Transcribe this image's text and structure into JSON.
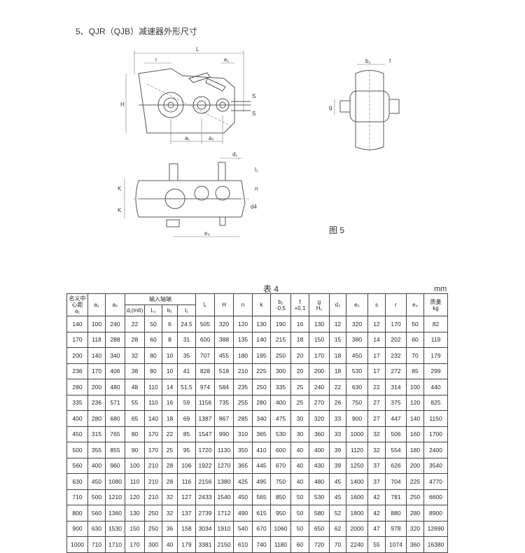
{
  "heading": "5、QJR（QJB）减速器外形尺寸",
  "figure_label": "图 5",
  "table_title": "表 4",
  "unit": "mm",
  "drawing_labels": {
    "L": "L",
    "r": "r",
    "e1": "e₁",
    "H": "H",
    "S": "S",
    "a1": "a₁",
    "a2": "a₂",
    "b2": "b₂",
    "f": "f",
    "g": "g",
    "d1": "d₁",
    "l2": "l₂",
    "K1": "K",
    "K2": "K",
    "n": "n",
    "d4": "d4",
    "e0": "e₀"
  },
  "table": {
    "header_group": "输入轴端",
    "headers": {
      "a1": [
        "名义中",
        "心距",
        "a₁"
      ],
      "a2": "a₂",
      "a0": "a₀",
      "d1": "d₁(m6)",
      "L1": "L₁",
      "b1": "b₁",
      "t1": "t₁",
      "L": "L",
      "H": "H",
      "n": "n",
      "k": "k",
      "b2": [
        "b₂",
        "-0.5"
      ],
      "f": [
        "f",
        "+0.1"
      ],
      "g": [
        "g",
        "H₁"
      ],
      "d4": "d₄",
      "e0": "e₀",
      "s": "s",
      "r": "r",
      "e4": "e₄",
      "weight": [
        "质量",
        "kg"
      ]
    },
    "rows": [
      [
        "140",
        "100",
        "240",
        "22",
        "50",
        "6",
        "24.5",
        "505",
        "320",
        "120",
        "130",
        "190",
        "16",
        "130",
        "12",
        "320",
        "12",
        "170",
        "50",
        "82"
      ],
      [
        "170",
        "118",
        "288",
        "28",
        "60",
        "8",
        "31",
        "600",
        "388",
        "135",
        "140",
        "215",
        "18",
        "150",
        "15",
        "380",
        "14",
        "202",
        "60",
        "119"
      ],
      [
        "200",
        "140",
        "340",
        "32",
        "80",
        "10",
        "35",
        "707",
        "455",
        "180",
        "195",
        "250",
        "20",
        "170",
        "18",
        "450",
        "17",
        "232",
        "70",
        "179"
      ],
      [
        "236",
        "170",
        "406",
        "38",
        "80",
        "10",
        "41",
        "828",
        "518",
        "210",
        "225",
        "300",
        "20",
        "200",
        "18",
        "530",
        "17",
        "272",
        "85",
        "299"
      ],
      [
        "280",
        "200",
        "480",
        "48",
        "110",
        "14",
        "51.5",
        "974",
        "584",
        "235",
        "250",
        "335",
        "25",
        "240",
        "22",
        "630",
        "22",
        "314",
        "100",
        "440"
      ],
      [
        "335",
        "236",
        "571",
        "55",
        "110",
        "16",
        "59",
        "1156",
        "735",
        "255",
        "280",
        "400",
        "25",
        "270",
        "26",
        "750",
        "27",
        "375",
        "120",
        "825"
      ],
      [
        "400",
        "280",
        "680",
        "65",
        "140",
        "18",
        "69",
        "1387",
        "867",
        "285",
        "340",
        "475",
        "30",
        "320",
        "33",
        "900",
        "27",
        "447",
        "140",
        "1150"
      ],
      [
        "450",
        "315",
        "765",
        "80",
        "170",
        "22",
        "85",
        "1547",
        "990",
        "310",
        "365",
        "530",
        "30",
        "360",
        "33",
        "1000",
        "32",
        "506",
        "160",
        "1700"
      ],
      [
        "500",
        "355",
        "855",
        "90",
        "170",
        "25",
        "95",
        "1720",
        "1130",
        "350",
        "410",
        "600",
        "40",
        "400",
        "39",
        "1120",
        "32",
        "554",
        "180",
        "2400"
      ],
      [
        "560",
        "400",
        "960",
        "100",
        "210",
        "28",
        "106",
        "1922",
        "1270",
        "365",
        "445",
        "670",
        "40",
        "430",
        "39",
        "1250",
        "37",
        "626",
        "200",
        "3540"
      ],
      [
        "630",
        "450",
        "1080",
        "110",
        "210",
        "28",
        "116",
        "2156",
        "1380",
        "425",
        "495",
        "750",
        "40",
        "480",
        "45",
        "1400",
        "37",
        "704",
        "225",
        "4770"
      ],
      [
        "710",
        "500",
        "1210",
        "120",
        "210",
        "32",
        "127",
        "2433",
        "1540",
        "450",
        "565",
        "850",
        "50",
        "530",
        "45",
        "1600",
        "42",
        "781",
        "250",
        "6600"
      ],
      [
        "800",
        "560",
        "1360",
        "130",
        "250",
        "32",
        "137",
        "2739",
        "1712",
        "490",
        "615",
        "950",
        "50",
        "580",
        "52",
        "1800",
        "42",
        "880",
        "280",
        "8900"
      ],
      [
        "900",
        "630",
        "1530",
        "150",
        "250",
        "36",
        "158",
        "3034",
        "1910",
        "540",
        "670",
        "1060",
        "50",
        "650",
        "62",
        "2000",
        "47",
        "978",
        "320",
        "12690"
      ],
      [
        "1000",
        "710",
        "1710",
        "170",
        "300",
        "40",
        "179",
        "3381",
        "2150",
        "610",
        "740",
        "1180",
        "60",
        "720",
        "70",
        "2240",
        "55",
        "1074",
        "360",
        "16380"
      ]
    ]
  }
}
